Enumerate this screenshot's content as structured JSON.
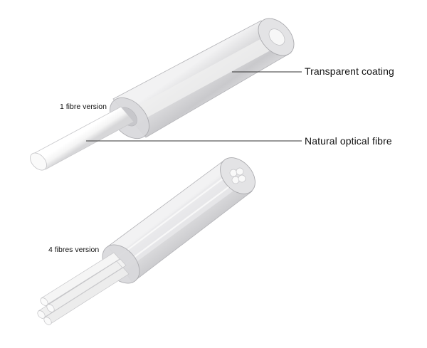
{
  "labels": {
    "transparent_coating": "Transparent coating",
    "natural_optical_fibre": "Natural optical fibre",
    "one_fibre_version": "1 fibre version",
    "four_fibres_version": "4 fibres version"
  },
  "colors": {
    "background": "#ffffff",
    "coating_body": "#d4d4d6",
    "coating_edge": "#a9a9ad",
    "fibre_body": "#f3f3f3",
    "leader_line": "#333333",
    "text": "#111111"
  }
}
